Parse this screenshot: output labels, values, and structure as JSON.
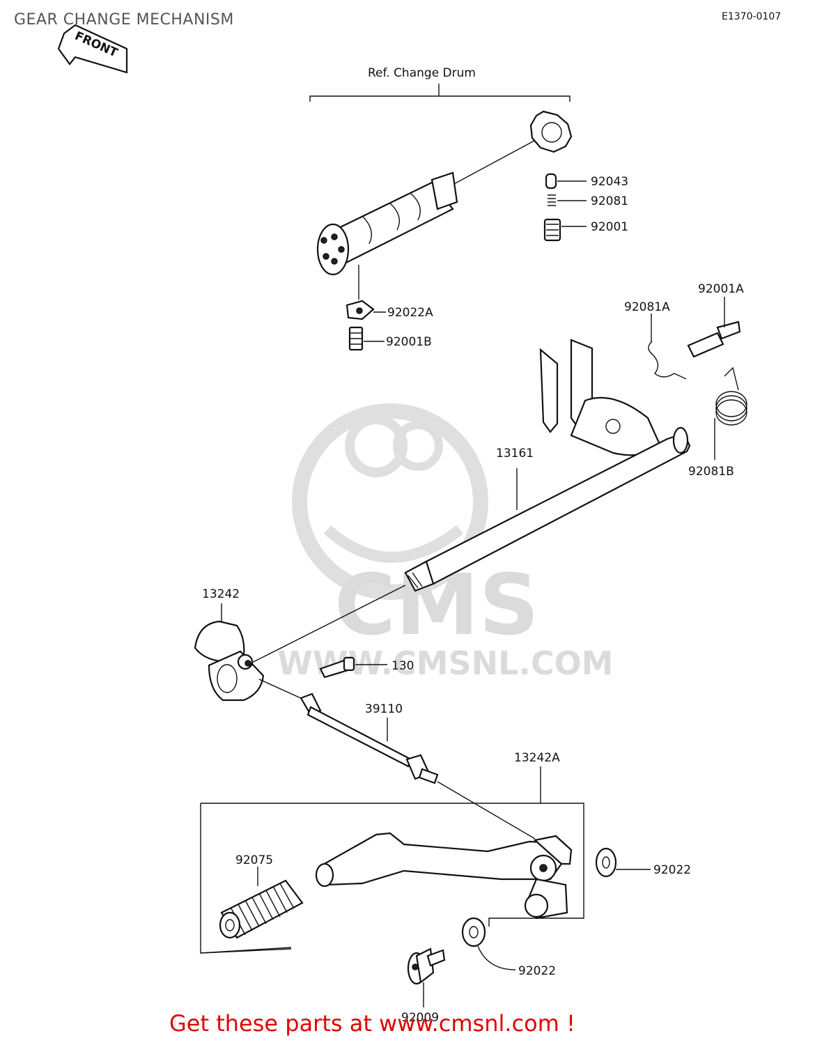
{
  "header": {
    "title": "GEAR CHANGE MECHANISM",
    "diagram_code": "E1370-0107"
  },
  "front_arrow": {
    "label": "FRONT"
  },
  "group_label": "Ref.  Change Drum",
  "parts": {
    "p92043": "92043",
    "p92081": "92081",
    "p92001": "92001",
    "p92022A": "92022A",
    "p92001B": "92001B",
    "p92081A": "92081A",
    "p92001A": "92001A",
    "p13161": "13161",
    "p92081B": "92081B",
    "p13242": "13242",
    "p130": "130",
    "p39110": "39110",
    "p13242A": "13242A",
    "p92075": "92075",
    "p92022_a": "92022",
    "p92022_b": "92022",
    "p92009": "92009"
  },
  "watermark": {
    "text": "CMS",
    "url": "WWW.CMSNL.COM"
  },
  "footer": {
    "promo": "Get these parts at www.cmsnl.com !"
  }
}
